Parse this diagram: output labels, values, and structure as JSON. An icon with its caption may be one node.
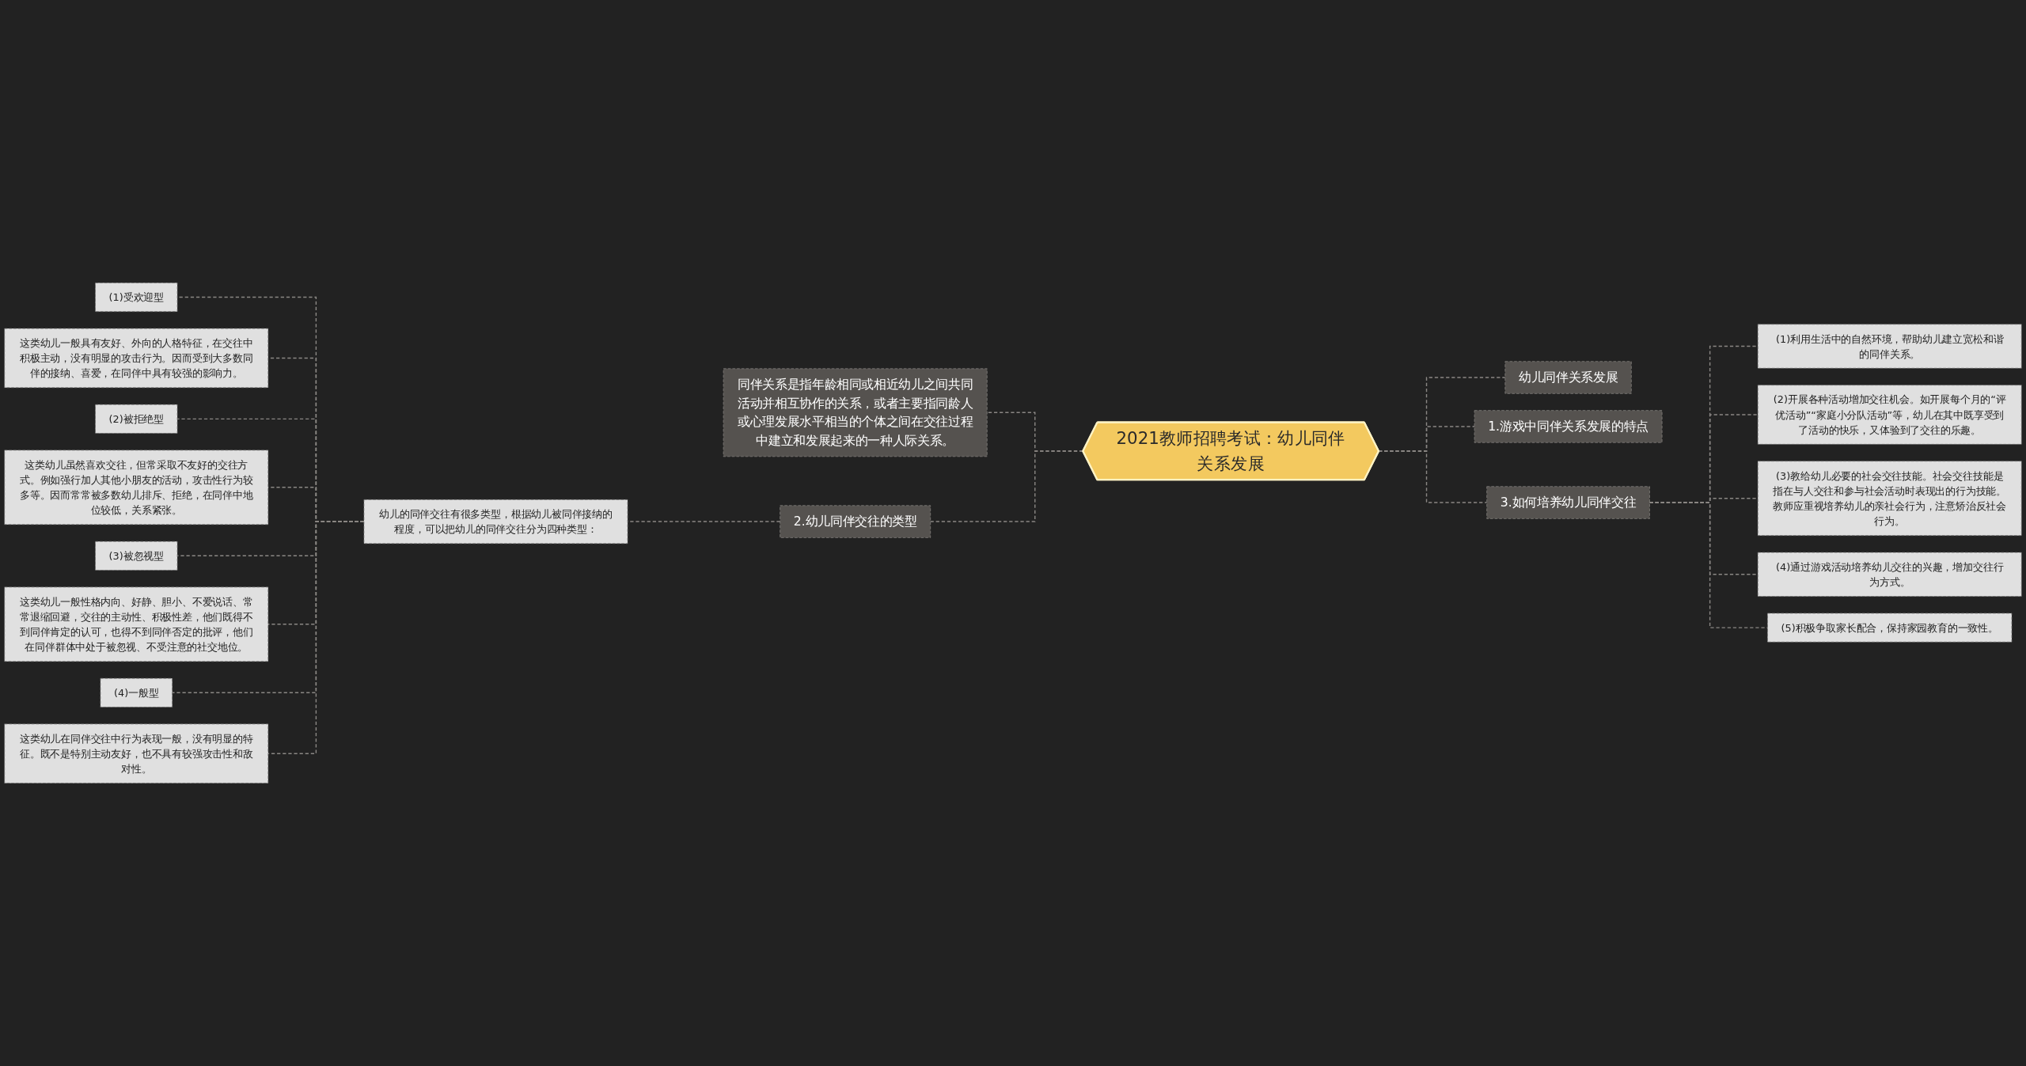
{
  "diagram": {
    "nodes": [
      {
        "text": [
          "2021教师招聘考试：幼儿同伴关系发展"
        ]
      },
      {
        "text": [
          "幼儿同伴关系发展"
        ]
      },
      {
        "text": [
          "1.游戏中同伴关系发展的特点"
        ]
      },
      {
        "text": [
          "3.如何培养幼儿同伴交往"
        ]
      },
      {
        "text": [
          "(1)利用生活中的自然环境，帮助幼儿建立宽松和谐的同伴关系。"
        ]
      },
      {
        "text": [
          "(2)开展各种活动增加交往机会。如开展每个月的“评优活动”“家庭小分队活动”等，幼儿在其中既享受到了活动的快乐，又体验到了交往的乐趣。"
        ]
      },
      {
        "text": [
          "(3)教给幼儿必要的社会交往技能。社会交往技能是指在与人交往和参与社会活动时表现出的行为技能。教师应重视培养幼儿的亲社会行为，注意矫治反社会行为。"
        ]
      },
      {
        "text": [
          "(4)通过游戏活动培养幼儿交往的兴趣，增加交往行为方式。"
        ]
      },
      {
        "text": [
          "(5)积极争取家长配合，保持家园教育的一致性。"
        ]
      },
      {
        "text": [
          "同伴关系是指年龄相同或相近幼儿之间共同活动并相互协作的关系，或者主要指同龄人或心理发展水平相当的个体之间在交往过程中建立和发展起来的一种人际关系。"
        ]
      },
      {
        "text": [
          "2.幼儿同伴交往的类型"
        ]
      },
      {
        "text": [
          "幼儿的同伴交往有很多类型，根据幼儿被同伴接纳的程度，可以把幼儿的同伴交往分为四种类型："
        ]
      },
      {
        "text": [
          "(1)受欢迎型"
        ]
      },
      {
        "text": [
          "这类幼儿一般具有友好、外向的人格特征，在交往中积极主动，没有明显的攻击行为。因而受到大多数同伴的接纳、喜爱，在同伴中具有较强的影响力。"
        ]
      },
      {
        "text": [
          "(2)被拒绝型"
        ]
      },
      {
        "text": [
          "这类幼儿虽然喜欢交往，但常采取不友好的交往方式。例如强行加人其他小朋友的活动，攻击性行为较多等。因而常常被多数幼儿排斥、拒绝，在同伴中地位较低，关系紧张。"
        ]
      },
      {
        "text": [
          "(3)被忽视型"
        ]
      },
      {
        "text": [
          "这类幼儿一般性格内向、好静、胆小、不爱说话、常常退缩回避，交往的主动性、积极性差，他们既得不到同伴肯定的认可，也得不到同伴否定的批评，他们在同伴群体中处于被忽视、不受注意的社交地位。"
        ]
      },
      {
        "text": [
          "(4)一般型"
        ]
      },
      {
        "text": [
          "这类幼儿在同伴交往中行为表现一般，没有明显的特征。既不是特别主动友好，也不具有较强攻击性和敌对性。"
        ]
      }
    ],
    "edges": [
      {
        "from": 0,
        "to": 1,
        "arrow": "none",
        "style": "dashed"
      },
      {
        "from": 0,
        "to": 2,
        "arrow": "none",
        "style": "dashed"
      },
      {
        "from": 0,
        "to": 3,
        "arrow": "none",
        "style": "dashed"
      },
      {
        "from": 3,
        "to": 4,
        "arrow": "none",
        "style": "dashed"
      },
      {
        "from": 3,
        "to": 5,
        "arrow": "none",
        "style": "dashed"
      },
      {
        "from": 3,
        "to": 6,
        "arrow": "none",
        "style": "dashed"
      },
      {
        "from": 3,
        "to": 7,
        "arrow": "none",
        "style": "dashed"
      },
      {
        "from": 3,
        "to": 8,
        "arrow": "none",
        "style": "dashed"
      },
      {
        "from": 0,
        "to": 9,
        "arrow": "none",
        "style": "dashed"
      },
      {
        "from": 0,
        "to": 10,
        "arrow": "none",
        "style": "dashed"
      },
      {
        "from": 10,
        "to": 11,
        "arrow": "none",
        "style": "dashed"
      },
      {
        "from": 11,
        "to": 12,
        "arrow": "none",
        "style": "dashed"
      },
      {
        "from": 11,
        "to": 13,
        "arrow": "none",
        "style": "dashed"
      },
      {
        "from": 11,
        "to": 14,
        "arrow": "none",
        "style": "dashed"
      },
      {
        "from": 11,
        "to": 15,
        "arrow": "none",
        "style": "dashed"
      },
      {
        "from": 11,
        "to": 16,
        "arrow": "none",
        "style": "dashed"
      },
      {
        "from": 11,
        "to": 17,
        "arrow": "none",
        "style": "dashed"
      },
      {
        "from": 11,
        "to": 18,
        "arrow": "none",
        "style": "dashed"
      },
      {
        "from": 11,
        "to": 19,
        "arrow": "none",
        "style": "dashed"
      }
    ]
  }
}
